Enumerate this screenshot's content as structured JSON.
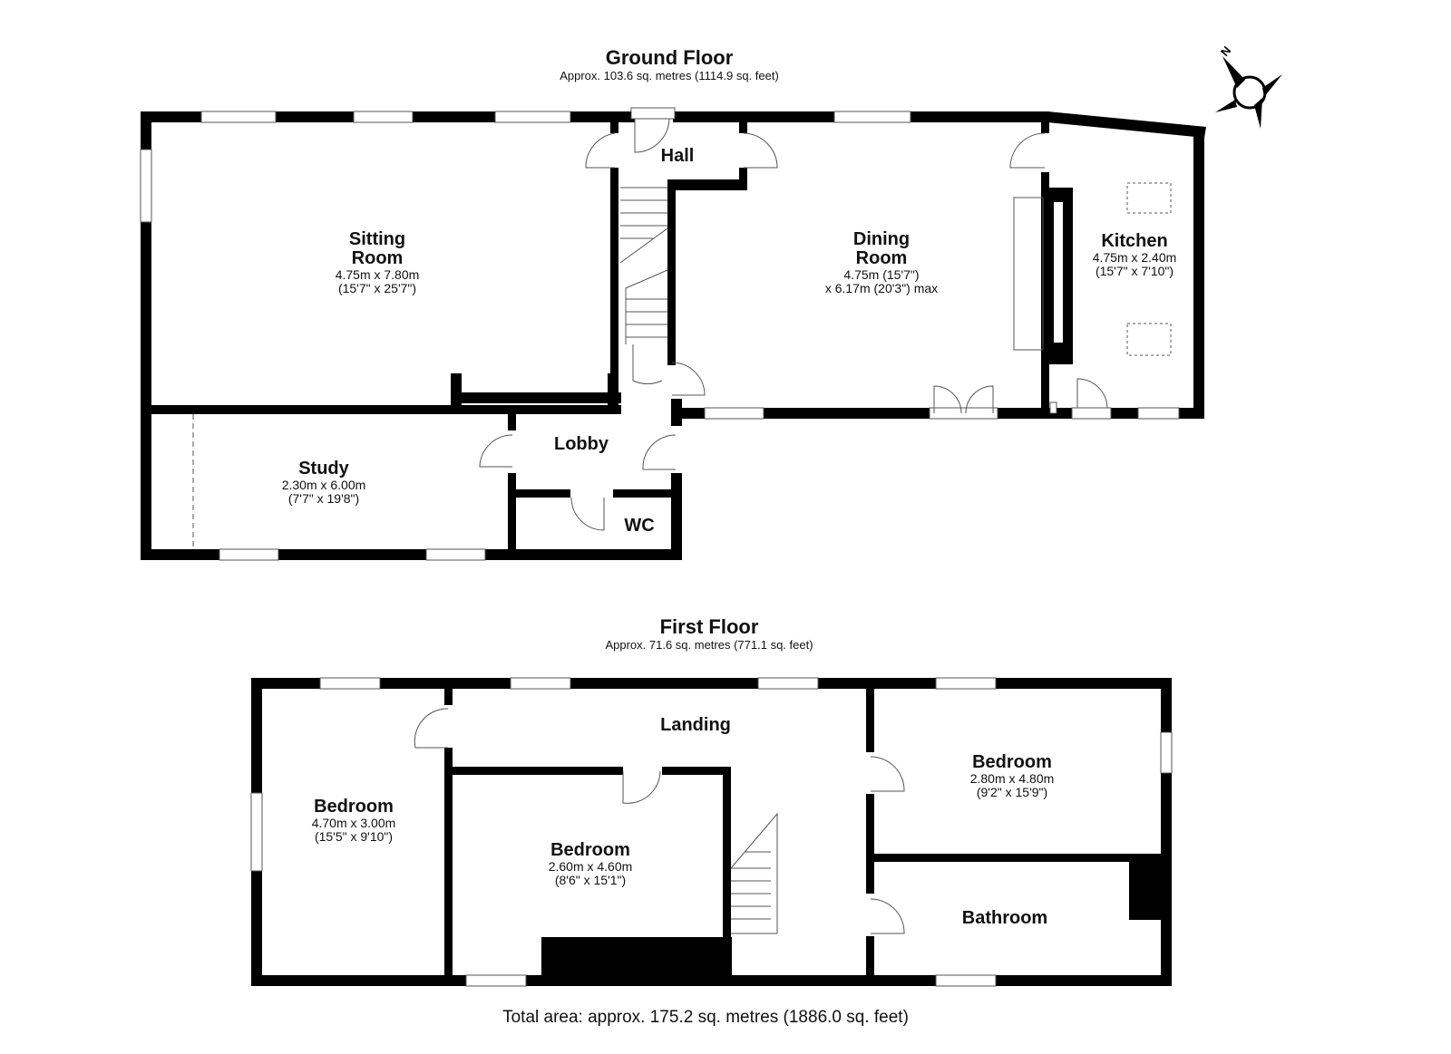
{
  "ground_floor": {
    "title": "Ground Floor",
    "area": "Approx. 103.6 sq. metres (1114.9 sq. feet)",
    "rooms": {
      "sitting_room": {
        "name_line1": "Sitting",
        "name_line2": "Room",
        "dim_metric": "4.75m x 7.80m",
        "dim_imperial": "(15'7\" x 25'7\")"
      },
      "hall": {
        "name": "Hall"
      },
      "dining_room": {
        "name_line1": "Dining",
        "name_line2": "Room",
        "dim_metric": "4.75m (15'7\")",
        "dim_imperial": "x 6.17m (20'3\") max"
      },
      "kitchen": {
        "name": "Kitchen",
        "dim_metric": "4.75m x 2.40m",
        "dim_imperial": "(15'7\" x 7'10\")"
      },
      "study": {
        "name": "Study",
        "dim_metric": "2.30m x 6.00m",
        "dim_imperial": "(7'7\" x 19'8\")"
      },
      "lobby": {
        "name": "Lobby"
      },
      "wc": {
        "name": "WC"
      }
    }
  },
  "first_floor": {
    "title": "First Floor",
    "area": "Approx. 71.6 sq. metres (771.1 sq. feet)",
    "rooms": {
      "landing": {
        "name": "Landing"
      },
      "bedroom_west": {
        "name": "Bedroom",
        "dim_metric": "4.70m x 3.00m",
        "dim_imperial": "(15'5\" x 9'10\")"
      },
      "bedroom_middle": {
        "name": "Bedroom",
        "dim_metric": "2.60m x 4.60m",
        "dim_imperial": "(8'6\" x 15'1\")"
      },
      "bedroom_east": {
        "name": "Bedroom",
        "dim_metric": "2.80m x 4.80m",
        "dim_imperial": "(9'2\" x 15'9\")"
      },
      "bathroom": {
        "name": "Bathroom"
      }
    }
  },
  "compass": {
    "label": "N",
    "icon": "compass-rose-icon"
  },
  "total_area": "Total area: approx. 175.2 sq. metres (1886.0 sq. feet)",
  "colors": {
    "wall": "#000000",
    "background": "#ffffff",
    "fixture_line": "#777777"
  }
}
